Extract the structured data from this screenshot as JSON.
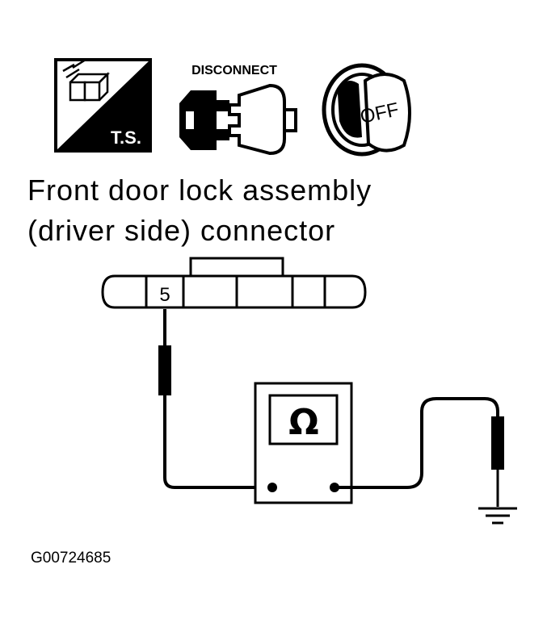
{
  "icons": {
    "ts": {
      "label": "T.S."
    },
    "disconnect": {
      "label": "DISCONNECT"
    },
    "ignition": {
      "label": "OFF"
    }
  },
  "connector": {
    "name_line1": "Front door lock assembly",
    "name_line2": "(driver side) connector",
    "terminal": "5"
  },
  "meter": {
    "symbol": "Ω"
  },
  "figure_id": "G00724685"
}
